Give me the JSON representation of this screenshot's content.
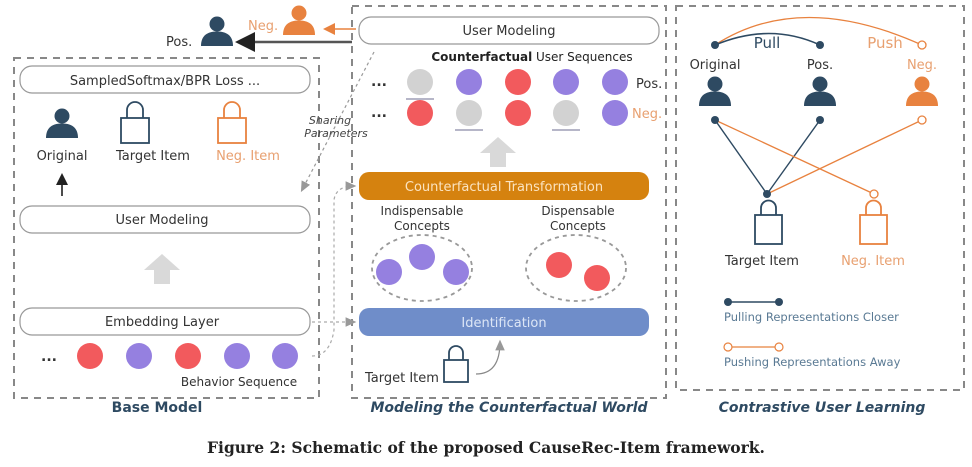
{
  "colors": {
    "dark": "#2e4a62",
    "orange": "#e8823f",
    "red": "#f25a5d",
    "purple": "#9580e0",
    "gray": "#d2d2d2",
    "transform_bar": "#d5820f",
    "identification_bar": "#6f8dc9"
  },
  "top": {
    "pos_label": "Pos.",
    "neg_label": "Neg."
  },
  "base_model": {
    "title": "Base Model",
    "loss_label": "SampledSoftmax/BPR Loss ...",
    "icons": [
      {
        "label": "Original",
        "icon": "user-icon",
        "color": "dark"
      },
      {
        "label": "Target Item",
        "icon": "shopping-bag-icon",
        "color": "dark"
      },
      {
        "label": "Neg. Item",
        "icon": "shopping-bag-icon",
        "color": "orange"
      }
    ],
    "user_modeling_label": "User Modeling",
    "embedding_label": "Embedding Layer",
    "ellipsis": "...",
    "sequence": [
      "red",
      "purple",
      "red",
      "purple",
      "purple"
    ],
    "sequence_label": "Behavior Sequence"
  },
  "sharing": {
    "line1": "Sharing",
    "line2": "Parameters"
  },
  "counterfactual": {
    "title": "Modeling the Counterfactual World",
    "user_modeling_label": "User Modeling",
    "sequences_title_bold": "Counterfactual",
    "sequences_title_rest": " User Sequences",
    "ellipsis": "...",
    "pos_row": [
      "gray",
      "purple",
      "red",
      "purple",
      "purple"
    ],
    "neg_row": [
      "red",
      "gray",
      "red",
      "gray",
      "purple"
    ],
    "pos_label": "Pos.",
    "neg_label": "Neg.",
    "transform_label": "Counterfactual Transformation",
    "indispensable_label_1": "Indispensable",
    "indispensable_label_2": "Concepts",
    "dispensable_label_1": "Dispensable",
    "dispensable_label_2": "Concepts",
    "identification_label": "Identification",
    "target_item_label": "Target Item"
  },
  "contrastive": {
    "title": "Contrastive User Learning",
    "pull_label": "Pull",
    "push_label": "Push",
    "original_label": "Original",
    "pos_label": "Pos.",
    "neg_label": "Neg.",
    "target_item_label": "Target Item",
    "neg_item_label": "Neg. Item",
    "legend_pull": "Pulling Representations Closer",
    "legend_push": "Pushing Representations Away"
  },
  "caption": "Figure 2: Schematic of the proposed CauseRec-Item framework."
}
